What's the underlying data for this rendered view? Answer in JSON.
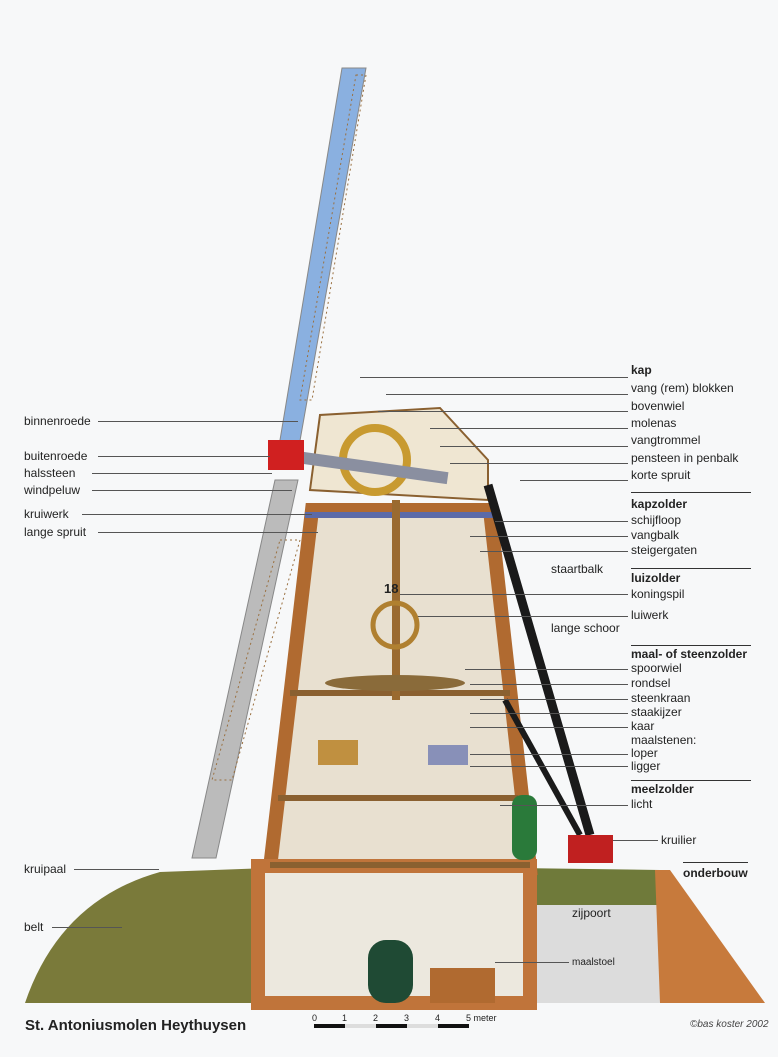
{
  "title": "St. Antoniusmolen  Heythuysen",
  "credit": "©bas koster 2002",
  "scale": {
    "ticks": [
      "0",
      "1",
      "2",
      "3",
      "4",
      "5 meter"
    ]
  },
  "labels_right": {
    "kap": "kap",
    "vang": "vang (rem) blokken",
    "bovenwiel": "bovenwiel",
    "molenas": "molenas",
    "vangtrommel": "vangtrommel",
    "pensteen": "pensteen in penbalk",
    "korte_spruit": "korte spruit",
    "kapzolder": "kapzolder",
    "schijfloop": "schijfloop",
    "vangbalk": "vangbalk",
    "steigergaten": "steigergaten",
    "luizolder": "luizolder",
    "koningspil": "koningspil",
    "luiwerk": "luiwerk",
    "maalzolder": "maal- of steenzolder",
    "spoorwiel": "spoorwiel",
    "rondsel": "rondsel",
    "steenkraan": "steenkraan",
    "staakijzer": "staakijzer",
    "kaar": "kaar",
    "maalstenen": "maalstenen:",
    "loper": "loper",
    "ligger": "ligger",
    "meelzolder": "meelzolder",
    "licht": "licht",
    "kruilier": "kruilier",
    "onderbouw": "onderbouw"
  },
  "labels_left": {
    "binnenroede": "binnenroede",
    "buitenroede": "buitenroede",
    "halssteen": "halssteen",
    "windpeluw": "windpeluw",
    "kruiwerk": "kruiwerk",
    "lange_spruit": "lange spruit",
    "kruipaal": "kruipaal",
    "belt": "belt"
  },
  "labels_mid": {
    "staartbalk": "staartbalk",
    "lange_schoor": "lange schoor",
    "zijpoort": "zijpoort",
    "maalstoel": "maalstoel",
    "floor_number": "18"
  }
}
